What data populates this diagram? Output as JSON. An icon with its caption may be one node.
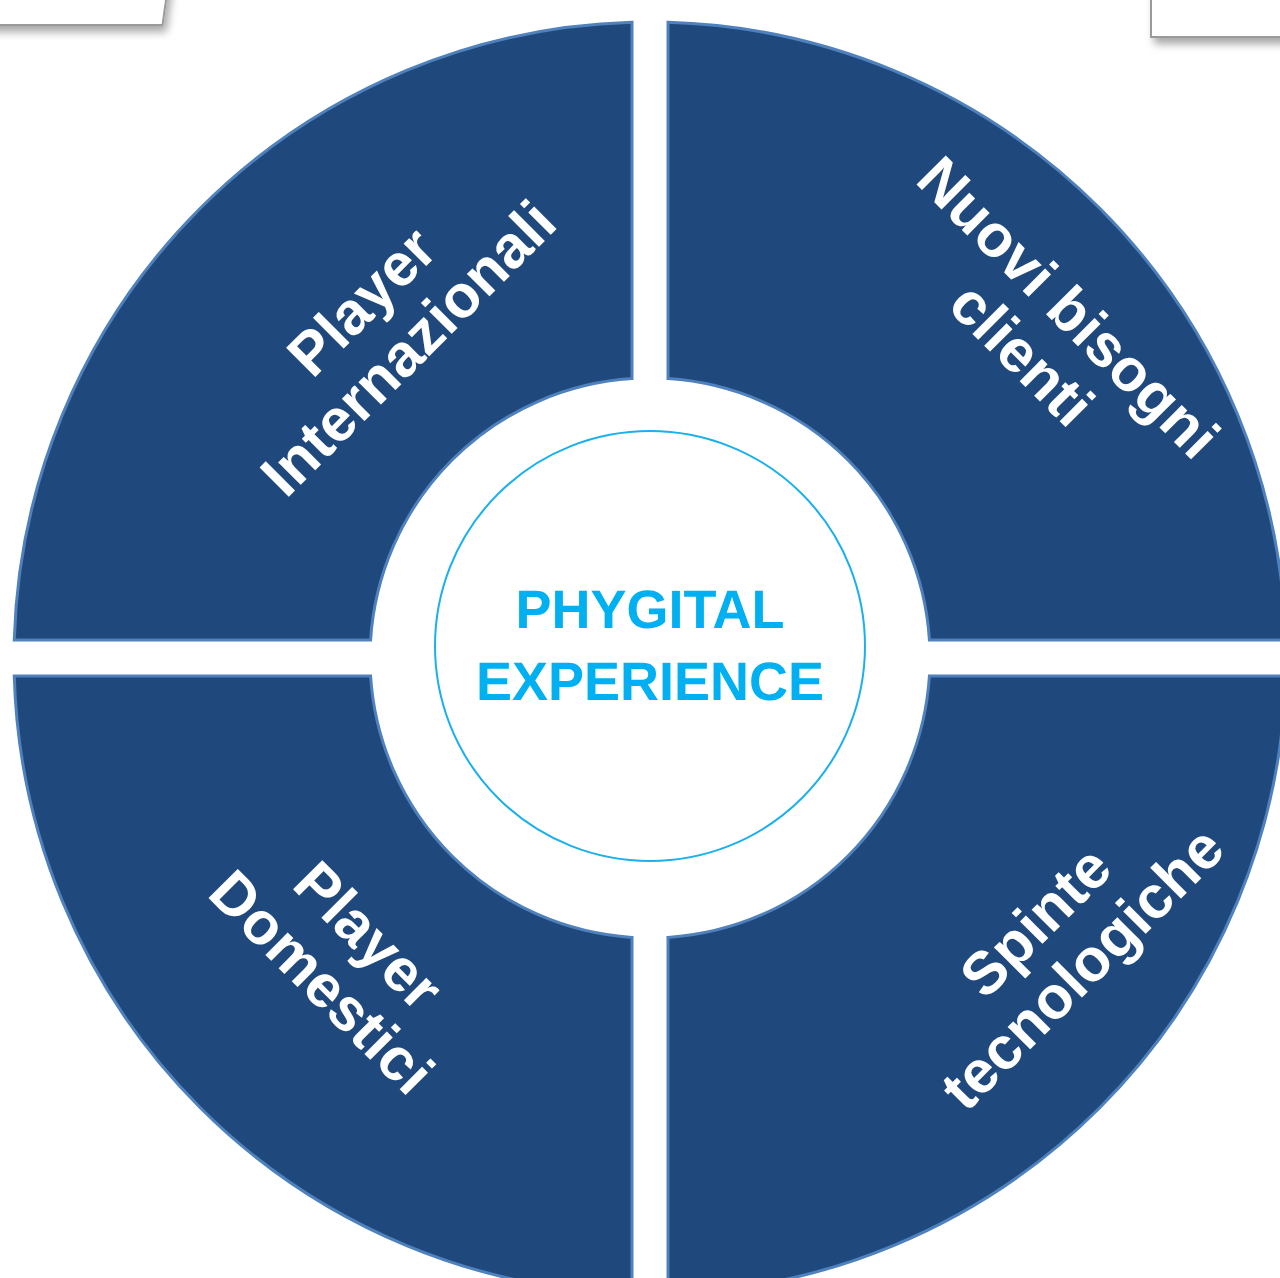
{
  "diagram": {
    "nodes": [
      {
        "text": [
          "Player Internazionali"
        ]
      },
      {
        "text": [
          "Nuovi bisogni clienti"
        ]
      },
      {
        "text": [
          "PHYGITAL EXPERIENCE"
        ]
      },
      {
        "text": [
          "Player Domestici"
        ]
      },
      {
        "text": [
          "Spinte tecnologiche"
        ]
      }
    ]
  }
}
